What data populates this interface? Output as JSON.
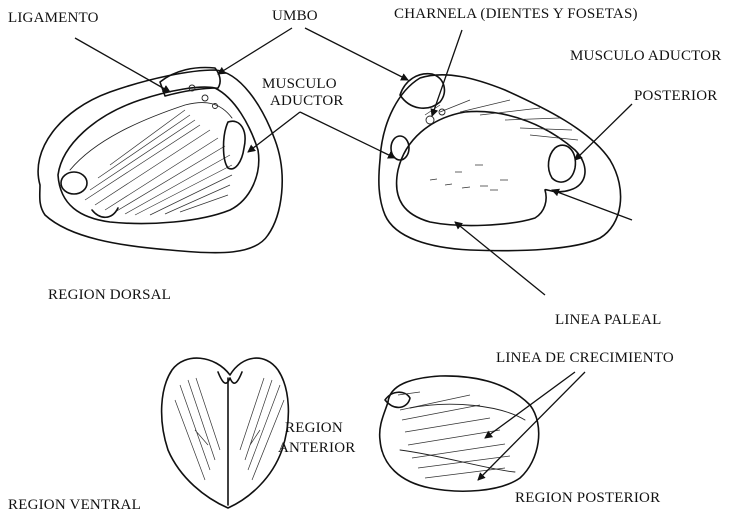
{
  "labels": {
    "ligamento": "LIGAMENTO",
    "umbo": "UMBO",
    "charnela": "CHARNELA (DIENTES Y FOSETAS)",
    "musculo_aductor_right": "MUSCULO ADUCTOR",
    "posterior": "POSTERIOR",
    "musculo": "MUSCULO",
    "aductor": "ADUCTOR",
    "region_dorsal": "REGION DORSAL",
    "linea_paleal": "LINEA PALEAL",
    "linea_crecimiento": "LINEA DE CRECIMIENTO",
    "region_anterior_1": "REGION",
    "region_anterior_2": "ANTERIOR",
    "region_ventral": "REGION VENTRAL",
    "region_posterior": "REGION POSTERIOR"
  }
}
